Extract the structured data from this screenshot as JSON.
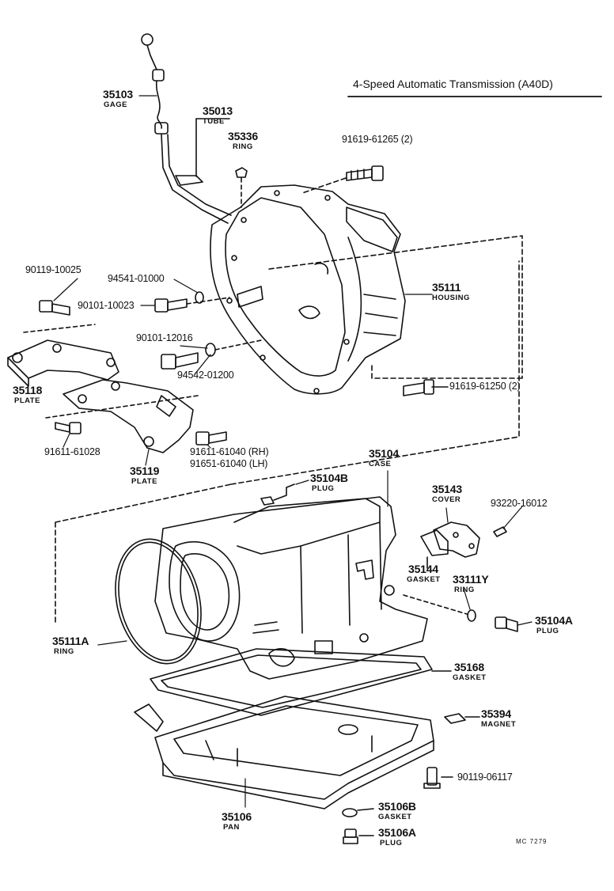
{
  "title": "4-Speed Automatic Transmission (A40D)",
  "footer_code": "MC 7279",
  "colors": {
    "ink": "#111111",
    "paper": "#ffffff"
  },
  "parts": [
    {
      "id": "35103",
      "name": "GAGE"
    },
    {
      "id": "35013",
      "name": "TUBE"
    },
    {
      "id": "35336",
      "name": "RING"
    },
    {
      "id": "91619-61265 (2)",
      "name": ""
    },
    {
      "id": "90119-10025",
      "name": ""
    },
    {
      "id": "94541-01000",
      "name": ""
    },
    {
      "id": "90101-10023",
      "name": ""
    },
    {
      "id": "35111",
      "name": "HOUSING"
    },
    {
      "id": "90101-12016",
      "name": ""
    },
    {
      "id": "94542-01200",
      "name": ""
    },
    {
      "id": "35118",
      "name": "PLATE"
    },
    {
      "id": "91619-61250 (2)",
      "name": ""
    },
    {
      "id": "91611-61028",
      "name": ""
    },
    {
      "id": "91611-61040 (RH)",
      "name": ""
    },
    {
      "id": "91651-61040 (LH)",
      "name": ""
    },
    {
      "id": "35119",
      "name": "PLATE"
    },
    {
      "id": "35104",
      "name": "CASE"
    },
    {
      "id": "35104B",
      "name": "PLUG"
    },
    {
      "id": "35143",
      "name": "COVER"
    },
    {
      "id": "93220-16012",
      "name": ""
    },
    {
      "id": "35144",
      "name": "GASKET"
    },
    {
      "id": "33111Y",
      "name": "RING"
    },
    {
      "id": "35104A",
      "name": "PLUG"
    },
    {
      "id": "35111A",
      "name": "RING"
    },
    {
      "id": "35168",
      "name": "GASKET"
    },
    {
      "id": "35394",
      "name": "MAGNET"
    },
    {
      "id": "90119-06117",
      "name": ""
    },
    {
      "id": "35106B",
      "name": "GASKET"
    },
    {
      "id": "35106",
      "name": "PAN"
    },
    {
      "id": "35106A",
      "name": "PLUG"
    }
  ]
}
